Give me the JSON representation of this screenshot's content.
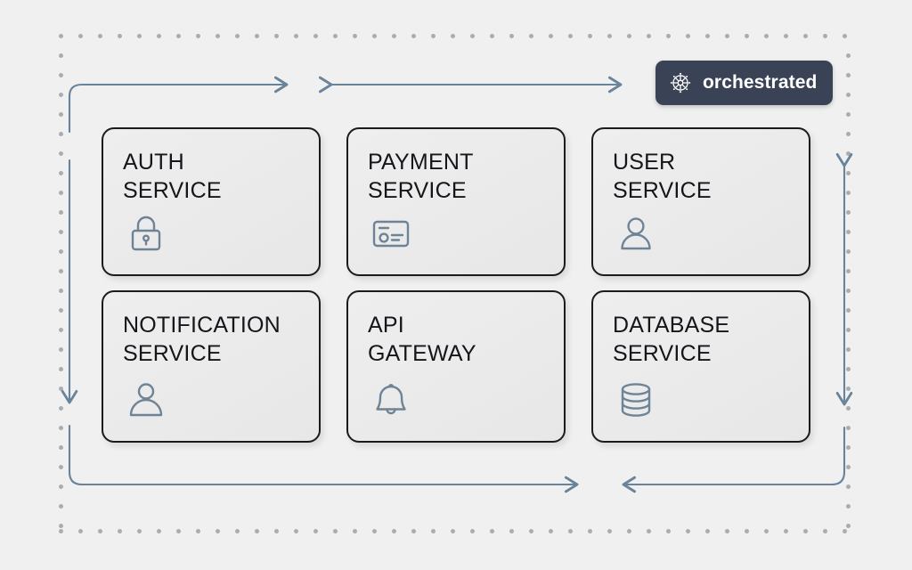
{
  "badge": {
    "label": "orchestrated",
    "icon": "helm-wheel-icon",
    "background_color": "#3a4255",
    "text_color": "#ffffff"
  },
  "theme": {
    "page_background": "#f0f0f0",
    "card_background": "#ececec",
    "card_border_color": "#1b1b1f",
    "icon_color": "#6e8496",
    "connector_color": "#69839a",
    "dotted_border_color": "#a9adb3"
  },
  "diagram": {
    "type": "microservices-architecture",
    "services": [
      {
        "name": "AUTH\nSERVICE",
        "icon": "lock-icon"
      },
      {
        "name": "PAYMENT\nSERVICE",
        "icon": "credit-card-icon"
      },
      {
        "name": "USER\nSERVICE",
        "icon": "user-icon"
      },
      {
        "name": "NOTIFICATION\nSERVICE",
        "icon": "user-icon"
      },
      {
        "name": "API\nGATEWAY",
        "icon": "bell-icon"
      },
      {
        "name": "DATABASE\nSERVICE",
        "icon": "database-icon"
      }
    ],
    "connectors": [
      {
        "name": "top-left-elbow-arrow",
        "direction": "right"
      },
      {
        "name": "top-middle-arrow",
        "direction": "bidirectional"
      },
      {
        "name": "left-vertical-arrow",
        "direction": "down"
      },
      {
        "name": "right-vertical-arrow",
        "direction": "bidirectional"
      },
      {
        "name": "bottom-left-arrow",
        "direction": "right"
      },
      {
        "name": "bottom-right-elbow-arrow",
        "direction": "left"
      }
    ]
  }
}
